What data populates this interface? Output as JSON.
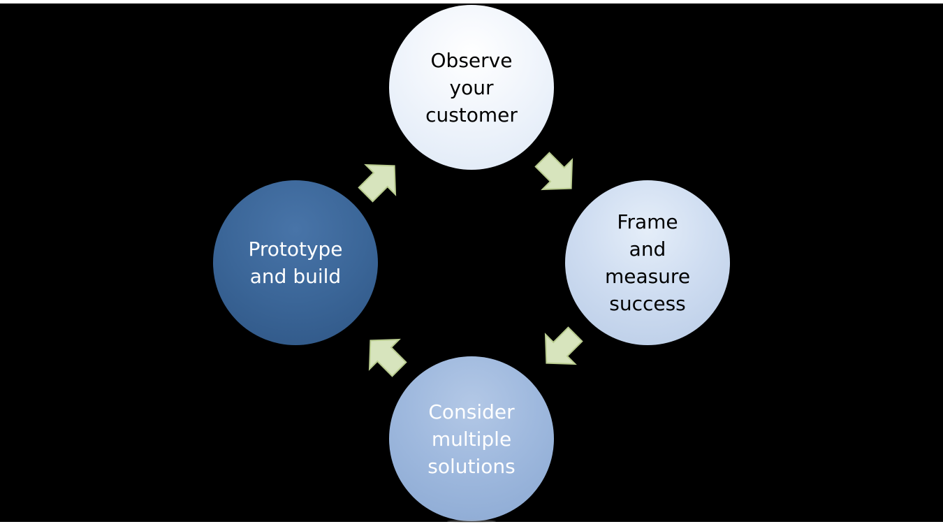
{
  "diagram": {
    "type": "cycle",
    "nodes": [
      {
        "id": "observe",
        "label": "Observe your customer",
        "lines": [
          "Observe",
          "your",
          "customer"
        ]
      },
      {
        "id": "frame",
        "label": "Frame and measure success",
        "lines": [
          "Frame and",
          "measure",
          "success"
        ]
      },
      {
        "id": "consider",
        "label": "Consider multiple solutions",
        "lines": [
          "Consider",
          "multiple",
          "solutions"
        ]
      },
      {
        "id": "prototype",
        "label": "Prototype and build",
        "lines": [
          "Prototype",
          "and build"
        ]
      }
    ],
    "edges": [
      {
        "from": "observe",
        "to": "frame"
      },
      {
        "from": "frame",
        "to": "consider"
      },
      {
        "from": "consider",
        "to": "prototype"
      },
      {
        "from": "prototype",
        "to": "observe"
      }
    ],
    "colors": {
      "background": "#000000",
      "arrow_fill": "#d7e4bd",
      "arrow_stroke": "#b9cc8f",
      "observe": "#eef4fb",
      "frame": "#c9d9ef",
      "consider": "#9db7dd",
      "prototype": "#3b6698"
    }
  }
}
